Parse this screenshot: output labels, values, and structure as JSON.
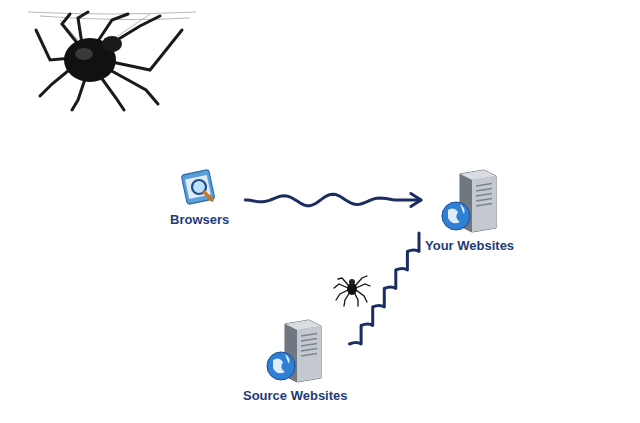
{
  "diagram": {
    "nodes": [
      {
        "text": [
          "Browsers"
        ]
      },
      {
        "text": [
          "Your Websites"
        ]
      },
      {
        "text": [
          "Source Websites"
        ]
      }
    ],
    "edges": [
      {
        "from": 0,
        "to": 1,
        "arrow": "to"
      },
      {
        "from": 2,
        "to": 1,
        "arrow": "none"
      }
    ]
  }
}
